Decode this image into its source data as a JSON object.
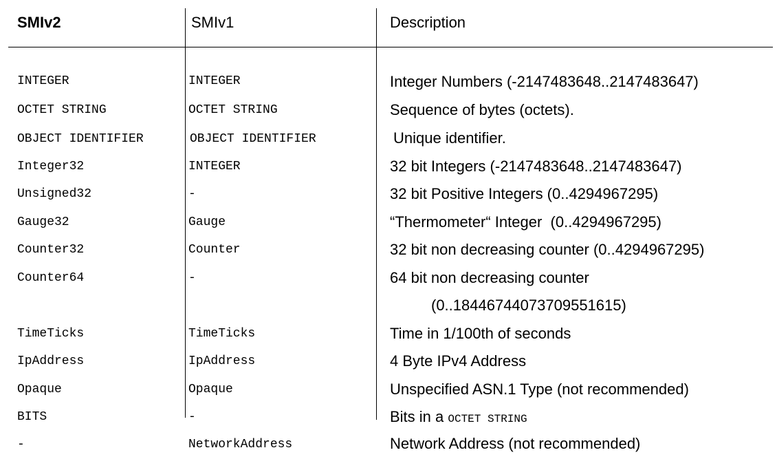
{
  "headers": {
    "smiv2": "SMIv2",
    "smiv1": "SMIv1",
    "description": "Description"
  },
  "rows": [
    {
      "smiv2": "INTEGER",
      "smiv1": "INTEGER",
      "description": "Integer Numbers (-2147483648..2147483647)"
    },
    {
      "smiv2": "OCTET STRING",
      "smiv1": "OCTET STRING",
      "description": "Sequence of bytes (octets)."
    },
    {
      "smiv2": "OBJECT IDENTIFIER",
      "smiv1": "OBJECT IDENTIFIER",
      "description": "Unique identifier."
    },
    {
      "smiv2": "Integer32",
      "smiv1": "INTEGER",
      "description": "32 bit Integers (-2147483648..2147483647)"
    },
    {
      "smiv2": "Unsigned32",
      "smiv1": "-",
      "description": "32 bit Positive Integers (0..4294967295)"
    },
    {
      "smiv2": "Gauge32",
      "smiv1": "Gauge",
      "description": "“Thermometer“ Integer  (0..4294967295)"
    },
    {
      "smiv2": "Counter32",
      "smiv1": "Counter",
      "description": "32 bit non decreasing counter (0..4294967295)"
    },
    {
      "smiv2": "Counter64",
      "smiv1": "-",
      "description": "64 bit non decreasing counter",
      "description_cont": "(0..18446744073709551615)"
    },
    {
      "smiv2": "TimeTicks",
      "smiv1": "TimeTicks",
      "description": "Time in 1/100th of seconds"
    },
    {
      "smiv2": "IpAddress",
      "smiv1": "IpAddress",
      "description": "4 Byte IPv4 Address"
    },
    {
      "smiv2": "Opaque",
      "smiv1": "Opaque",
      "description": "Unspecified ASN.1 Type (not recommended)"
    },
    {
      "smiv2": "BITS",
      "smiv1": "-",
      "description": "Bits in a ",
      "description_sc": "OCTET STRING"
    },
    {
      "smiv2": "-",
      "smiv1": "NetworkAddress",
      "description": "Network Address (not recommended)"
    }
  ]
}
